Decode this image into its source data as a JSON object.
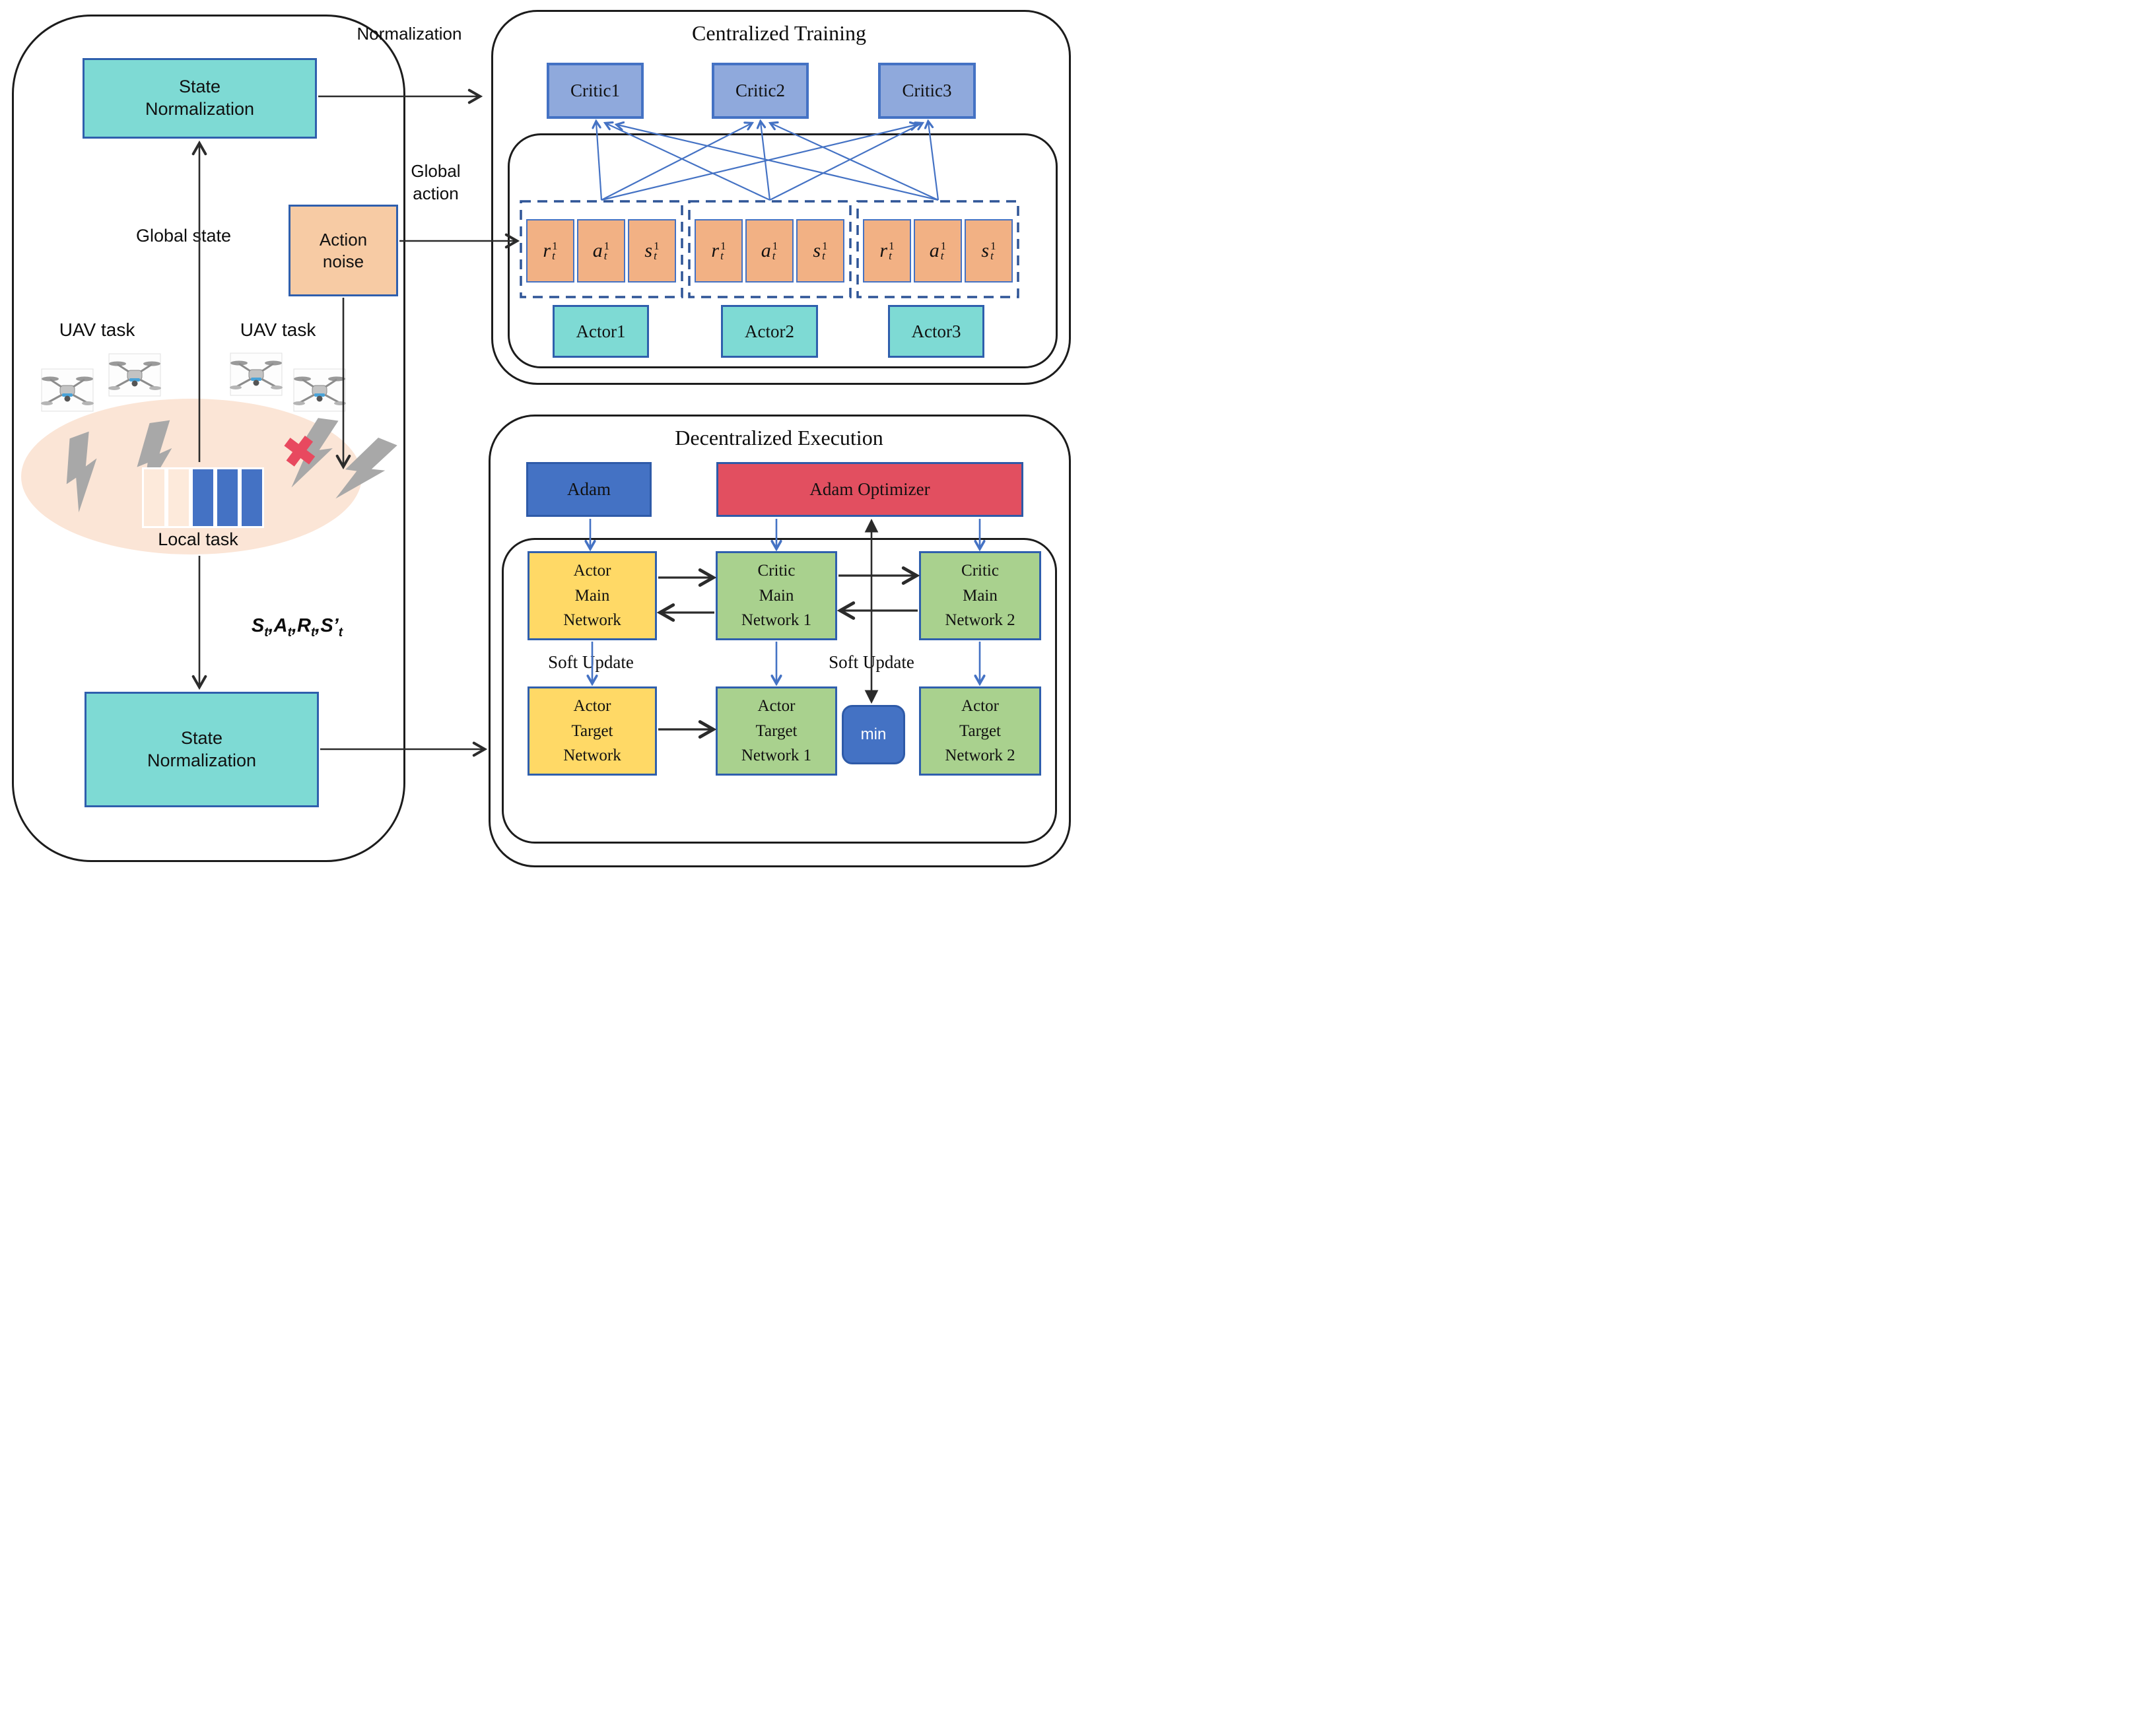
{
  "colors": {
    "teal_box": "#7edad4",
    "box_border_blue": "#2f5fad",
    "critic_fill": "#8fa9dc",
    "critic_border": "#4472c4",
    "orange_cell": "#f2b184",
    "dashed_border": "#2f5597",
    "action_noise_fill": "#f7cba4",
    "ellipse_fill": "#fbe5d6",
    "task_done_blue": "#4472c4",
    "task_empty": "#fdeadb",
    "adam_blue": "#4472c4",
    "adam_optimizer_red": "#e24f60",
    "actor_main_yellow": "#ffd966",
    "critic_main_green": "#a9d18e",
    "blue_arrow": "#4472c4",
    "lightning_gray": "#a8a8a8",
    "red_x": "#e8495f"
  },
  "left_panel": {
    "state_normalization_top": {
      "line1": "State",
      "line2": "Normalization"
    },
    "normalization_arrow_label": "Normalization",
    "global_state_label": "Global state",
    "action_noise": {
      "line1": "Action",
      "line2": "noise"
    },
    "global_action": {
      "line1": "Global",
      "line2": "action"
    },
    "uav_task_left": "UAV task",
    "uav_task_right": "UAV task",
    "local_task_label": "Local task",
    "transition_label": {
      "s": "S",
      "a": "A",
      "r": "R",
      "s2": "S’",
      "sub": "t",
      "comma": ","
    },
    "state_normalization_bottom": {
      "line1": "State",
      "line2": "Normalization"
    }
  },
  "centralized": {
    "title": "Centralized Training",
    "critics": [
      "Critic1",
      "Critic2",
      "Critic3"
    ],
    "replay_groups": [
      {
        "cells": [
          {
            "v": "r",
            "sup": "1",
            "sub": "t"
          },
          {
            "v": "a",
            "sup": "1",
            "sub": "t"
          },
          {
            "v": "s",
            "sup": "1",
            "sub": "t"
          }
        ]
      },
      {
        "cells": [
          {
            "v": "r",
            "sup": "1",
            "sub": "t"
          },
          {
            "v": "a",
            "sup": "1",
            "sub": "t"
          },
          {
            "v": "s",
            "sup": "1",
            "sub": "t"
          }
        ]
      },
      {
        "cells": [
          {
            "v": "r",
            "sup": "1",
            "sub": "t"
          },
          {
            "v": "a",
            "sup": "1",
            "sub": "t"
          },
          {
            "v": "s",
            "sup": "1",
            "sub": "t"
          }
        ]
      }
    ],
    "actors": [
      "Actor1",
      "Actor2",
      "Actor3"
    ]
  },
  "decentralized": {
    "title": "Decentralized Execution",
    "adam": "Adam",
    "adam_optimizer": "Adam Optimizer",
    "soft_update_left": "Soft Update",
    "soft_update_right": "Soft Update",
    "min_label": "min",
    "networks": {
      "actor_main": [
        "Actor",
        "Main",
        "Network"
      ],
      "critic_main_1": [
        "Critic",
        "Main",
        "Network 1"
      ],
      "critic_main_2": [
        "Critic",
        "Main",
        "Network 2"
      ],
      "actor_target": [
        "Actor",
        "Target",
        "Network"
      ],
      "actor_target_1": [
        "Actor",
        "Target",
        "Network 1"
      ],
      "actor_target_2": [
        "Actor",
        "Target",
        "Network 2"
      ]
    }
  }
}
